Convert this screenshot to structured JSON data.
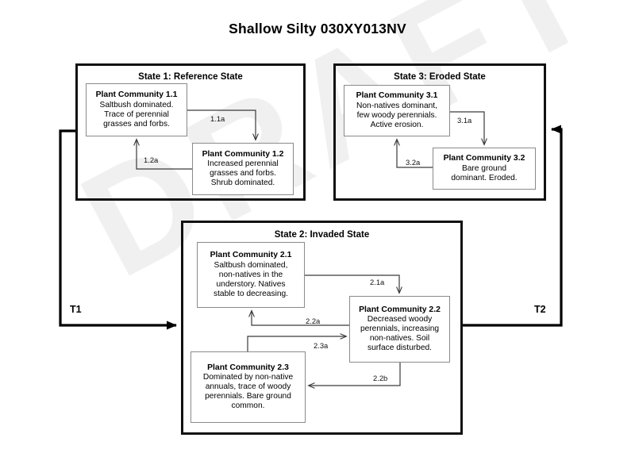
{
  "title": "Shallow Silty 030XY013NV",
  "watermark": "DRAFT",
  "colors": {
    "state_border": "#111111",
    "box_border": "#8a8a8a",
    "arrow": "#3a3a3a",
    "transition_arrow": "#000000",
    "watermark": "#f0f0f0",
    "background": "#ffffff"
  },
  "states": [
    {
      "id": "state-1",
      "title": "State 1: Reference State",
      "communities": [
        {
          "id": "pc-1-1",
          "heading": "Plant Community 1.1",
          "lines": [
            "Saltbush dominated.",
            "Trace of perennial",
            "grasses and forbs."
          ]
        },
        {
          "id": "pc-1-2",
          "heading": "Plant Community 1.2",
          "lines": [
            "Increased perennial",
            "grasses and forbs.",
            "Shrub dominated."
          ]
        }
      ],
      "pathways": [
        {
          "id": "pathway-1-1a",
          "label": "1.1a",
          "from": "pc-1-1",
          "to": "pc-1-2"
        },
        {
          "id": "pathway-1-2a",
          "label": "1.2a",
          "from": "pc-1-2",
          "to": "pc-1-1"
        }
      ]
    },
    {
      "id": "state-3",
      "title": "State 3: Eroded State",
      "communities": [
        {
          "id": "pc-3-1",
          "heading": "Plant Community 3.1",
          "lines": [
            "Non-natives dominant,",
            "few woody perennials.",
            "Active erosion."
          ]
        },
        {
          "id": "pc-3-2",
          "heading": "Plant Community 3.2",
          "lines": [
            "Bare ground",
            "dominant. Eroded."
          ]
        }
      ],
      "pathways": [
        {
          "id": "pathway-3-1a",
          "label": "3.1a",
          "from": "pc-3-1",
          "to": "pc-3-2"
        },
        {
          "id": "pathway-3-2a",
          "label": "3.2a",
          "from": "pc-3-2",
          "to": "pc-3-1"
        }
      ]
    },
    {
      "id": "state-2",
      "title": "State 2: Invaded State",
      "communities": [
        {
          "id": "pc-2-1",
          "heading": "Plant Community 2.1",
          "lines": [
            "Saltbush dominated,",
            "non-natives in the",
            "understory. Natives",
            "stable to decreasing."
          ]
        },
        {
          "id": "pc-2-2",
          "heading": "Plant Community 2.2",
          "lines": [
            "Decreased woody",
            "perennials, increasing",
            "non-natives. Soil",
            "surface disturbed."
          ]
        },
        {
          "id": "pc-2-3",
          "heading": "Plant Community 2.3",
          "lines": [
            "Dominated by non-native",
            "annuals, trace of woody",
            "perennials. Bare ground",
            "common."
          ]
        }
      ],
      "pathways": [
        {
          "id": "pathway-2-1a",
          "label": "2.1a",
          "from": "pc-2-1",
          "to": "pc-2-2"
        },
        {
          "id": "pathway-2-2a",
          "label": "2.2a",
          "from": "pc-2-2",
          "to": "pc-2-1"
        },
        {
          "id": "pathway-2-3a",
          "label": "2.3a",
          "from": "pc-2-3",
          "to": "pc-2-2"
        },
        {
          "id": "pathway-2-2b",
          "label": "2.2b",
          "from": "pc-2-2",
          "to": "pc-2-3"
        }
      ]
    }
  ],
  "transitions": [
    {
      "id": "transition-t1",
      "label": "T1",
      "from": "state-1",
      "to": "state-2"
    },
    {
      "id": "transition-t2",
      "label": "T2",
      "from": "state-2",
      "to": "state-3"
    }
  ]
}
